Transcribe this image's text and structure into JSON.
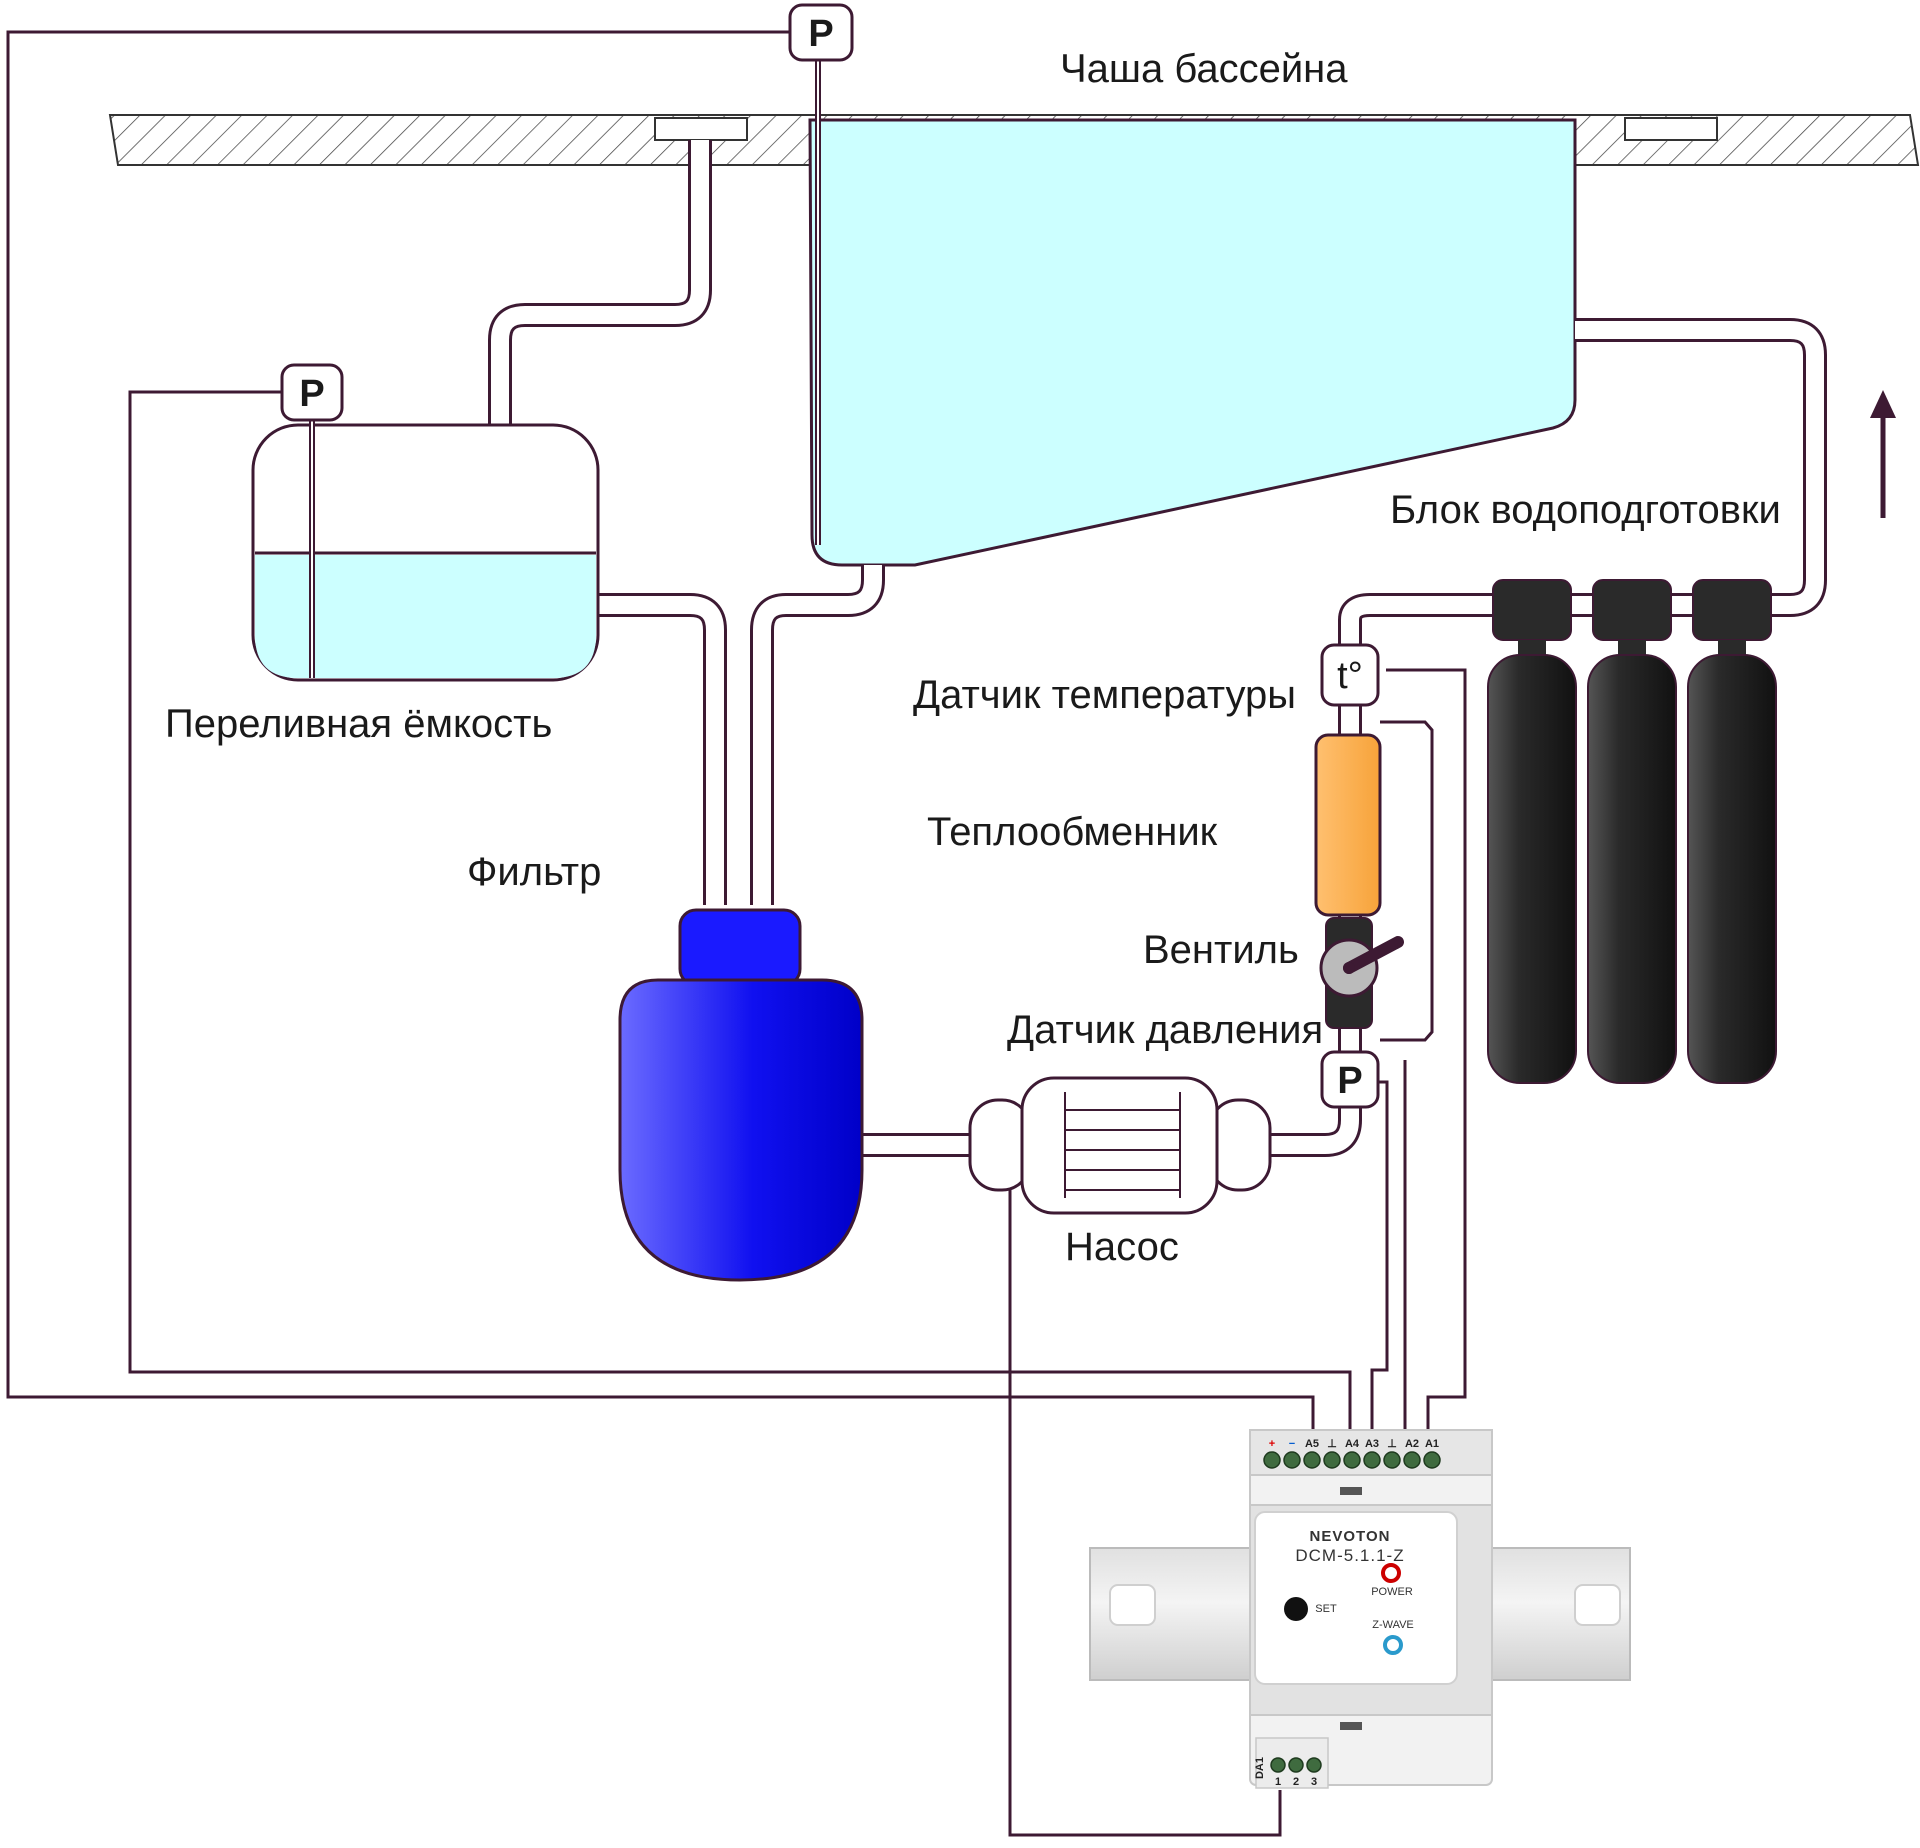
{
  "labels": {
    "pool_bowl": "Чаша бассейна",
    "overflow_tank": "Переливная ёмкость",
    "filter": "Фильтр",
    "pump": "Насос",
    "temp_sensor": "Датчик температуры",
    "heat_exchanger": "Теплообменник",
    "valve": "Вентиль",
    "pressure_sensor": "Датчик давления",
    "water_treatment": "Блок водоподготовки"
  },
  "symbols": {
    "pressure": "P",
    "temperature": "t°"
  },
  "controller": {
    "brand": "NEVOTON",
    "model": "DCM-5.1.1-Z",
    "set_label": "SET",
    "power_label": "POWER",
    "zwave_label": "Z-WAVE",
    "top_terminals": [
      "+",
      "−",
      "A5",
      "⊥",
      "A4",
      "A3",
      "⊥",
      "A2",
      "A1"
    ],
    "bottom_group": "DA1",
    "bottom_terminals": [
      "1",
      "2",
      "3"
    ]
  },
  "colors": {
    "water": "#ccffff",
    "filter": "#1a1aff",
    "heat_exchanger": "#ffb24d",
    "wire": "#3d1a33",
    "canister": "#222222"
  }
}
